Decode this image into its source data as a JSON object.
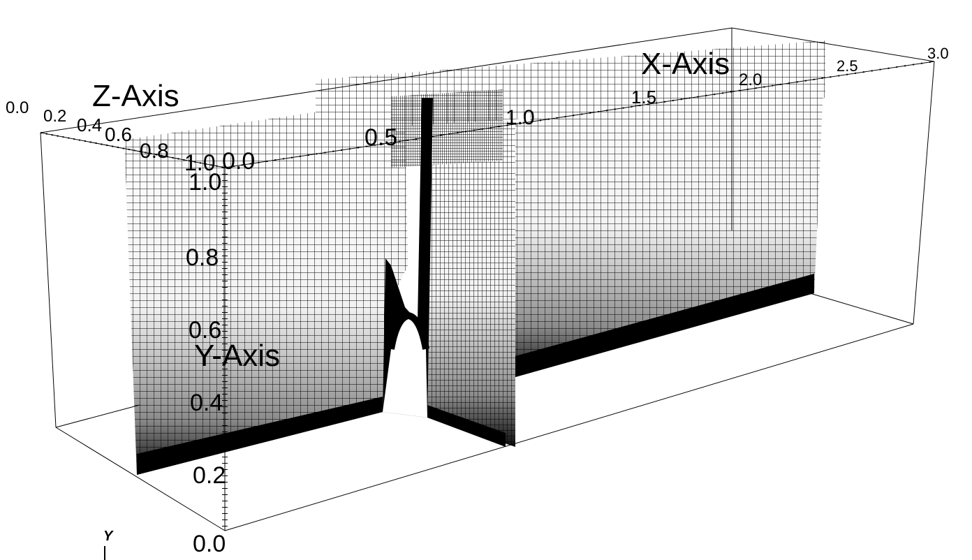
{
  "axes": {
    "x": {
      "title": "X-Axis",
      "ticks": [
        "0.0",
        "0.5",
        "1.0",
        "1.5",
        "2.0",
        "2.5",
        "3.0"
      ]
    },
    "y": {
      "title": "Y-Axis",
      "ticks": [
        "0.0",
        "0.2",
        "0.4",
        "0.6",
        "0.8",
        "1.0"
      ]
    },
    "z": {
      "title": "Z-Axis",
      "ticks": [
        "0.0",
        "0.2",
        "0.4",
        "0.6",
        "0.8",
        "1.0"
      ]
    }
  },
  "triad": {
    "y_label": "Y"
  },
  "colors": {
    "mesh": "#000000",
    "background": "#ffffff"
  }
}
